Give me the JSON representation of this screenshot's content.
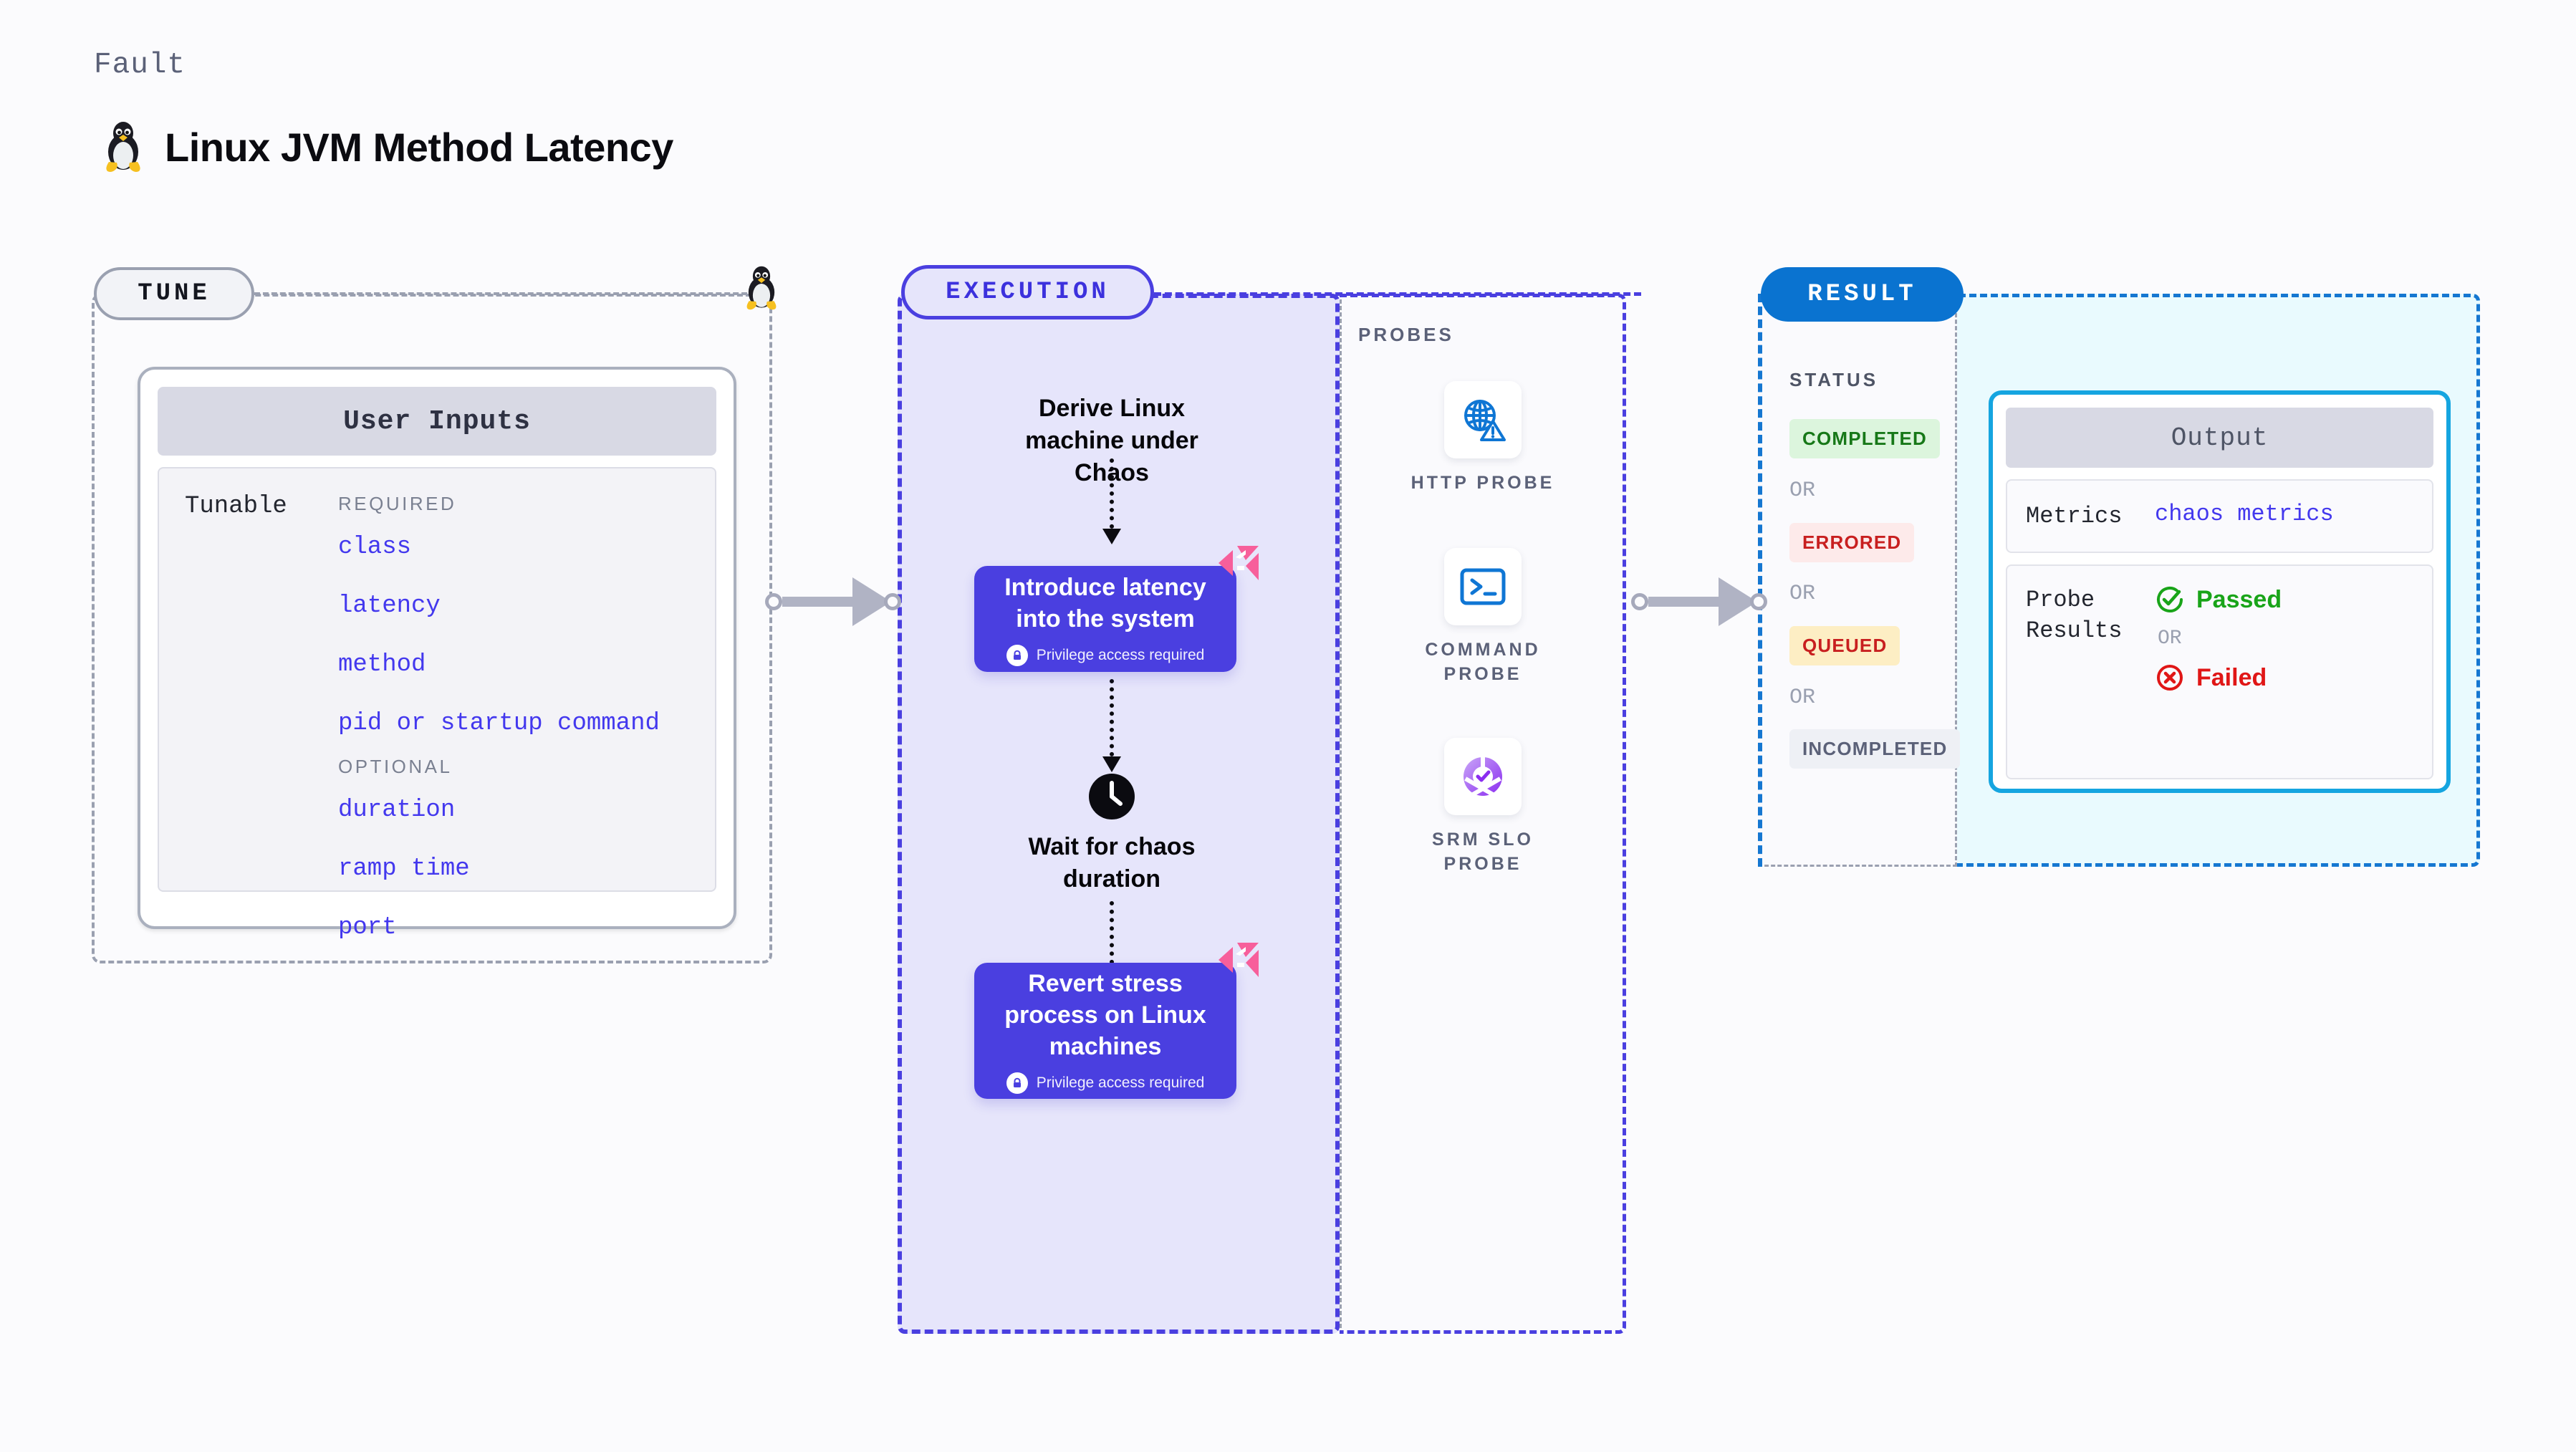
{
  "header": {
    "eyebrow": "Fault",
    "title": "Linux JVM Method Latency",
    "icon": "linux-penguin-icon"
  },
  "tune": {
    "pill_label": "TUNE",
    "linux_icon": "linux-penguin-icon",
    "card_title": "User Inputs",
    "row_label": "Tunable",
    "groups": [
      {
        "heading": "REQUIRED",
        "items": [
          "class",
          "latency",
          "method",
          "pid or startup command"
        ]
      },
      {
        "heading": "OPTIONAL",
        "items": [
          "duration",
          "ramp time",
          "port"
        ]
      }
    ]
  },
  "execution": {
    "pill_label": "EXECUTION",
    "steps": [
      {
        "type": "text",
        "label": "Derive Linux machine under Chaos"
      },
      {
        "type": "box",
        "label": "Introduce latency into the system",
        "privilege": "Privilege access required",
        "badge": "harness-triangle-icon"
      },
      {
        "type": "text",
        "label": "Wait for chaos duration",
        "icon": "clock-icon"
      },
      {
        "type": "box",
        "label": "Revert stress process on Linux machines",
        "privilege": "Privilege access required",
        "badge": "harness-triangle-icon"
      }
    ]
  },
  "probes": {
    "section_label": "PROBES",
    "items": [
      {
        "icon": "globe-warning-icon",
        "caption": "HTTP PROBE"
      },
      {
        "icon": "terminal-prompt-icon",
        "caption": "COMMAND PROBE"
      },
      {
        "icon": "srm-slo-donut-icon",
        "caption": "SRM SLO PROBE"
      }
    ]
  },
  "result": {
    "pill_label": "RESULT",
    "status_label": "STATUS",
    "or_label": "OR",
    "statuses": [
      {
        "label": "COMPLETED",
        "bg": "#dcf5dd",
        "fg": "#177818"
      },
      {
        "label": "ERRORED",
        "bg": "#fdeaea",
        "fg": "#c81f1f"
      },
      {
        "label": "QUEUED",
        "bg": "#fdeec4",
        "fg": "#c81f1f"
      },
      {
        "label": "INCOMPLETED",
        "bg": "#eef0f5",
        "fg": "#5b6178"
      }
    ],
    "output": {
      "title": "Output",
      "metrics_key": "Metrics",
      "metrics_value": "chaos metrics",
      "probe_key": "Probe Results",
      "passed_label": "Passed",
      "failed_label": "Failed",
      "or_label": "OR"
    }
  },
  "colors": {
    "accent_purple": "#4a3fe0",
    "accent_blue": "#0a73d0",
    "accent_cyan": "#15a5e0",
    "tunable_value": "#4338ee",
    "badge_pink": "#f75f9b",
    "pass_green": "#19a419",
    "fail_red": "#e01616"
  }
}
